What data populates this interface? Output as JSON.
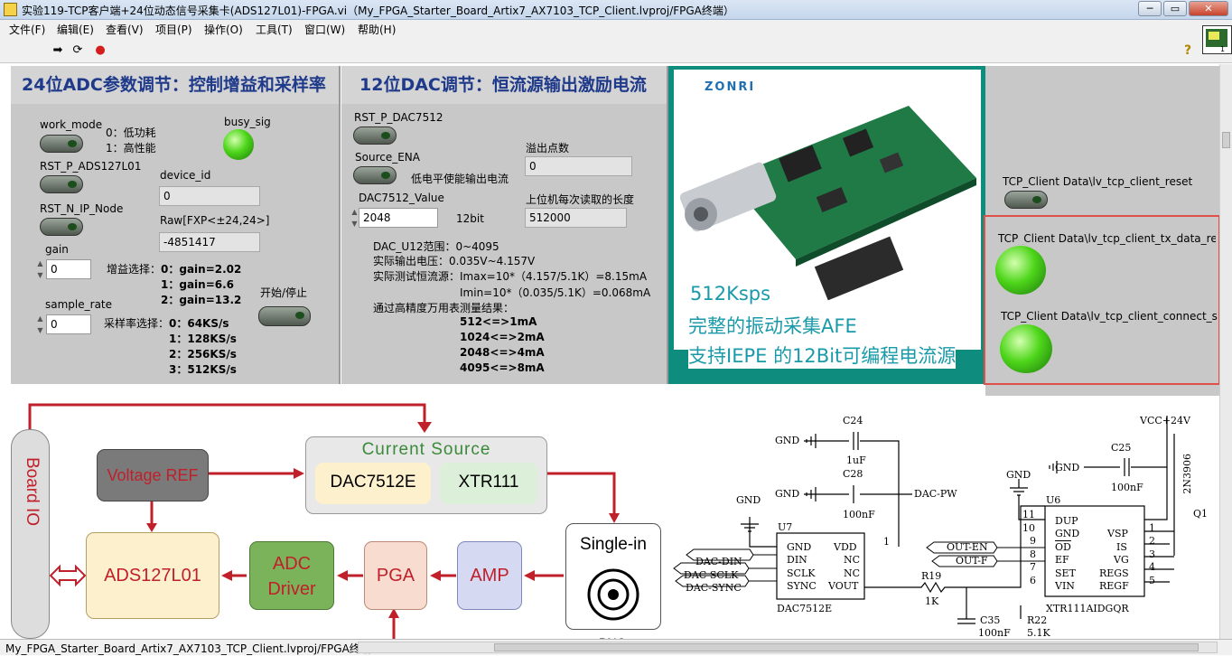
{
  "window": {
    "title": "实验119-TCP客户端+24位动态信号采集卡(ADS127L01)-FPGA.vi（My_FPGA_Starter_Board_Artix7_AX7103_TCP_Client.lvproj/FPGA终端）",
    "min": "─",
    "max": "▭",
    "close": "✕"
  },
  "menu": [
    "文件(F)",
    "编辑(E)",
    "查看(V)",
    "项目(P)",
    "操作(O)",
    "工具(T)",
    "窗口(W)",
    "帮助(H)"
  ],
  "toolbar": {
    "run": "➡",
    "run_cont": "⟳",
    "abort": "●",
    "help": "?",
    "vi_icon": "VI",
    "colors": {
      "abort": "#d41e1e",
      "panel": "#c8c8c8",
      "accent": "#1f3a8a",
      "led": "#4ed61a",
      "highlight": "#e0504a"
    }
  },
  "adc": {
    "title": "24位ADC参数调节：控制增益和采样率",
    "work_mode_label": "work_mode",
    "work_mode_opt1": "0：低功耗",
    "work_mode_opt2": "1：高性能",
    "busy_label": "busy_sig",
    "rst_p_label": "RST_P_ADS127L01",
    "device_id_label": "device_id",
    "device_id_value": "0",
    "rst_n_label": "RST_N_IP_Node",
    "raw_label": "Raw[FXP<±24,24>]",
    "raw_value": "-4851417",
    "gain_label": "gain",
    "gain_value": "0",
    "gain_sel_title": "增益选择：",
    "gain_sel_0": "0：gain=2.02",
    "gain_sel_1": "1：gain=6.6",
    "gain_sel_2": "2：gain=13.2",
    "start_label": "开始/停止",
    "rate_label": "sample_rate",
    "rate_value": "0",
    "rate_sel_title": "采样率选择：",
    "rate_sel_0": "0：64KS/s",
    "rate_sel_1": "1：128KS/s",
    "rate_sel_2": "2：256KS/s",
    "rate_sel_3": "3：512KS/s"
  },
  "dac": {
    "title": "12位DAC调节：恒流源输出激励电流",
    "rst_label": "RST_P_DAC7512",
    "source_ena_label": "Source_ENA",
    "source_ena_desc": "低电平使能输出电流",
    "overflow_label": "溢出点数",
    "overflow_value": "0",
    "value_label": "DAC7512_Value",
    "value": "2048",
    "bits": "12bit",
    "read_len_label": "上位机每次读取的长度",
    "read_len_value": "512000",
    "note_range": "DAC_U12范围：0~4095",
    "note_voltage": "实际输出电压：0.035V~4.157V",
    "note_imax": "实际测试恒流源：Imax=10*（4.157/5.1K）=8.15mA",
    "note_imin": "Imin=10*（0.035/5.1K）=0.068mA",
    "note_meter": "通过高精度万用表测量结果：",
    "meas_1": "512<=>1mA",
    "meas_2": "1024<=>2mA",
    "meas_3": "2048<=>4mA",
    "meas_4": "4095<=>8mA"
  },
  "promo": {
    "logo": "ZONRI",
    "line1": "512Ksps",
    "line2": "完整的振动采集AFE",
    "line3": "支持IEPE 的12Bit可编程电流源"
  },
  "tcp": {
    "reset_label": "TCP_Client Data\\lv_tcp_client_reset",
    "tx_label": "TCP_Client Data\\lv_tcp_client_tx_data_req_e",
    "connect_label": "TCP_Client Data\\lv_tcp_client_connect_statu"
  },
  "block": {
    "board_io": "Board IO",
    "voltage_ref": "Voltage REF",
    "current_source": "Current Source",
    "dac": "DAC7512E",
    "xtr": "XTR111",
    "single_in": "Single-in",
    "adc": "ADS127L01",
    "adc_driver_1": "ADC",
    "adc_driver_2": "Driver",
    "pga": "PGA",
    "amp": "AMP",
    "bnc": "BNC"
  },
  "schematic": {
    "gnd": "GND",
    "c24": "C24",
    "c24v": "1uF",
    "c28": "C28",
    "c28v": "100nF",
    "dac_pw": "DAC-PW",
    "u7": "U7",
    "u7_pins_l": [
      "GND",
      "DIN",
      "SCLK",
      "SYNC"
    ],
    "u7_pins_r": [
      "VDD",
      "NC",
      "NC",
      "VOUT"
    ],
    "u7_part": "DAC7512E",
    "u7_pin1": "1",
    "net_din": "DAC-DIN",
    "net_sclk": "DAC-SCLK",
    "net_sync": "DAC-SYNC",
    "r19": "R19",
    "r19v": "1K",
    "c35": "C35",
    "c35v": "100nF",
    "r22": "R22",
    "r22v": "5.1K",
    "vcc": "VCC+24V",
    "c25": "C25",
    "c25v": "100nF",
    "u6": "U6",
    "u6_pins_l": [
      "DUP",
      "GND",
      "OD",
      "EF",
      "SET",
      "VIN"
    ],
    "u6_nums_l": [
      "11",
      "10",
      "9",
      "8",
      "7",
      "6"
    ],
    "u6_pins_r": [
      "VSP",
      "IS",
      "VG",
      "REGS",
      "REGF"
    ],
    "u6_nums_r": [
      "1",
      "2",
      "3",
      "4",
      "5"
    ],
    "u6_part": "XTR111AIDGQR",
    "out_en": "OUT-EN",
    "out_f": "OUT-F",
    "q_part": "2N3906",
    "q1": "Q1"
  },
  "status": {
    "path": "My_FPGA_Starter_Board_Artix7_AX7103_TCP_Client.lvproj/FPGA终端"
  }
}
